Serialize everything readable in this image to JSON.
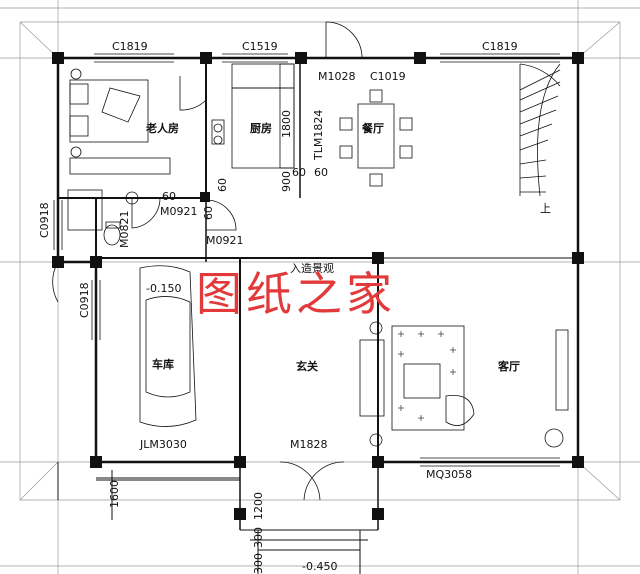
{
  "rooms": {
    "elderly_room": "老人房",
    "kitchen": "厨房",
    "dining": "餐厅",
    "garage": "车库",
    "foyer": "玄关",
    "living": "客厅",
    "landscape": "入造景观"
  },
  "labels": {
    "c1819_left": "C1819",
    "c1519": "C1519",
    "c1819_right": "C1819",
    "m1028": "M1028",
    "c1019": "C1019",
    "tlm1824": "TLM1824",
    "m0921_a": "M0921",
    "m0921_b": "M0921",
    "c0918_a": "C0918",
    "c0918_b": "C0918",
    "jlm3030": "JLM3030",
    "m1828": "M1828",
    "mq3058": "MQ3058",
    "m0821": "M0821",
    "level_garage": "-0.150",
    "level_entry": "-0.450",
    "up": "上"
  },
  "dims": {
    "d1800": "1800",
    "d900": "900",
    "d60_a": "60",
    "d60_b": "60",
    "d60_c": "60",
    "d60_d": "60",
    "d60_e": "60",
    "d1600": "1600",
    "d1200": "1200",
    "d300_a": "300",
    "d300_b": "300"
  },
  "watermark": "图纸之家",
  "colors": {
    "line": "#111111",
    "watermark": "#e23a3a",
    "grid": "#9a9a9a"
  }
}
